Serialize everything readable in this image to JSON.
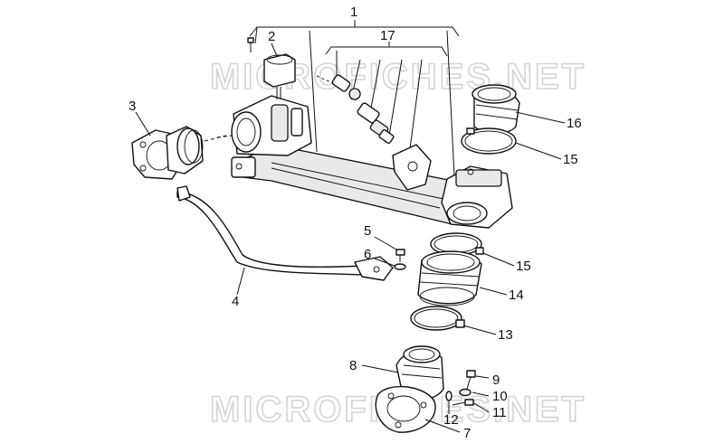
{
  "watermark": {
    "top": "MICROFICHES.NET",
    "bottom": "MICROFICHES.NET"
  },
  "callouts": {
    "c1": "1",
    "c2": "2",
    "c3": "3",
    "c4": "4",
    "c5": "5",
    "c6": "6",
    "c7": "7",
    "c8": "8",
    "c9": "9",
    "c10": "10",
    "c11": "11",
    "c12": "12",
    "c13": "13",
    "c14": "14",
    "c15a": "15",
    "c15b": "15",
    "c16": "16",
    "c17": "17"
  }
}
